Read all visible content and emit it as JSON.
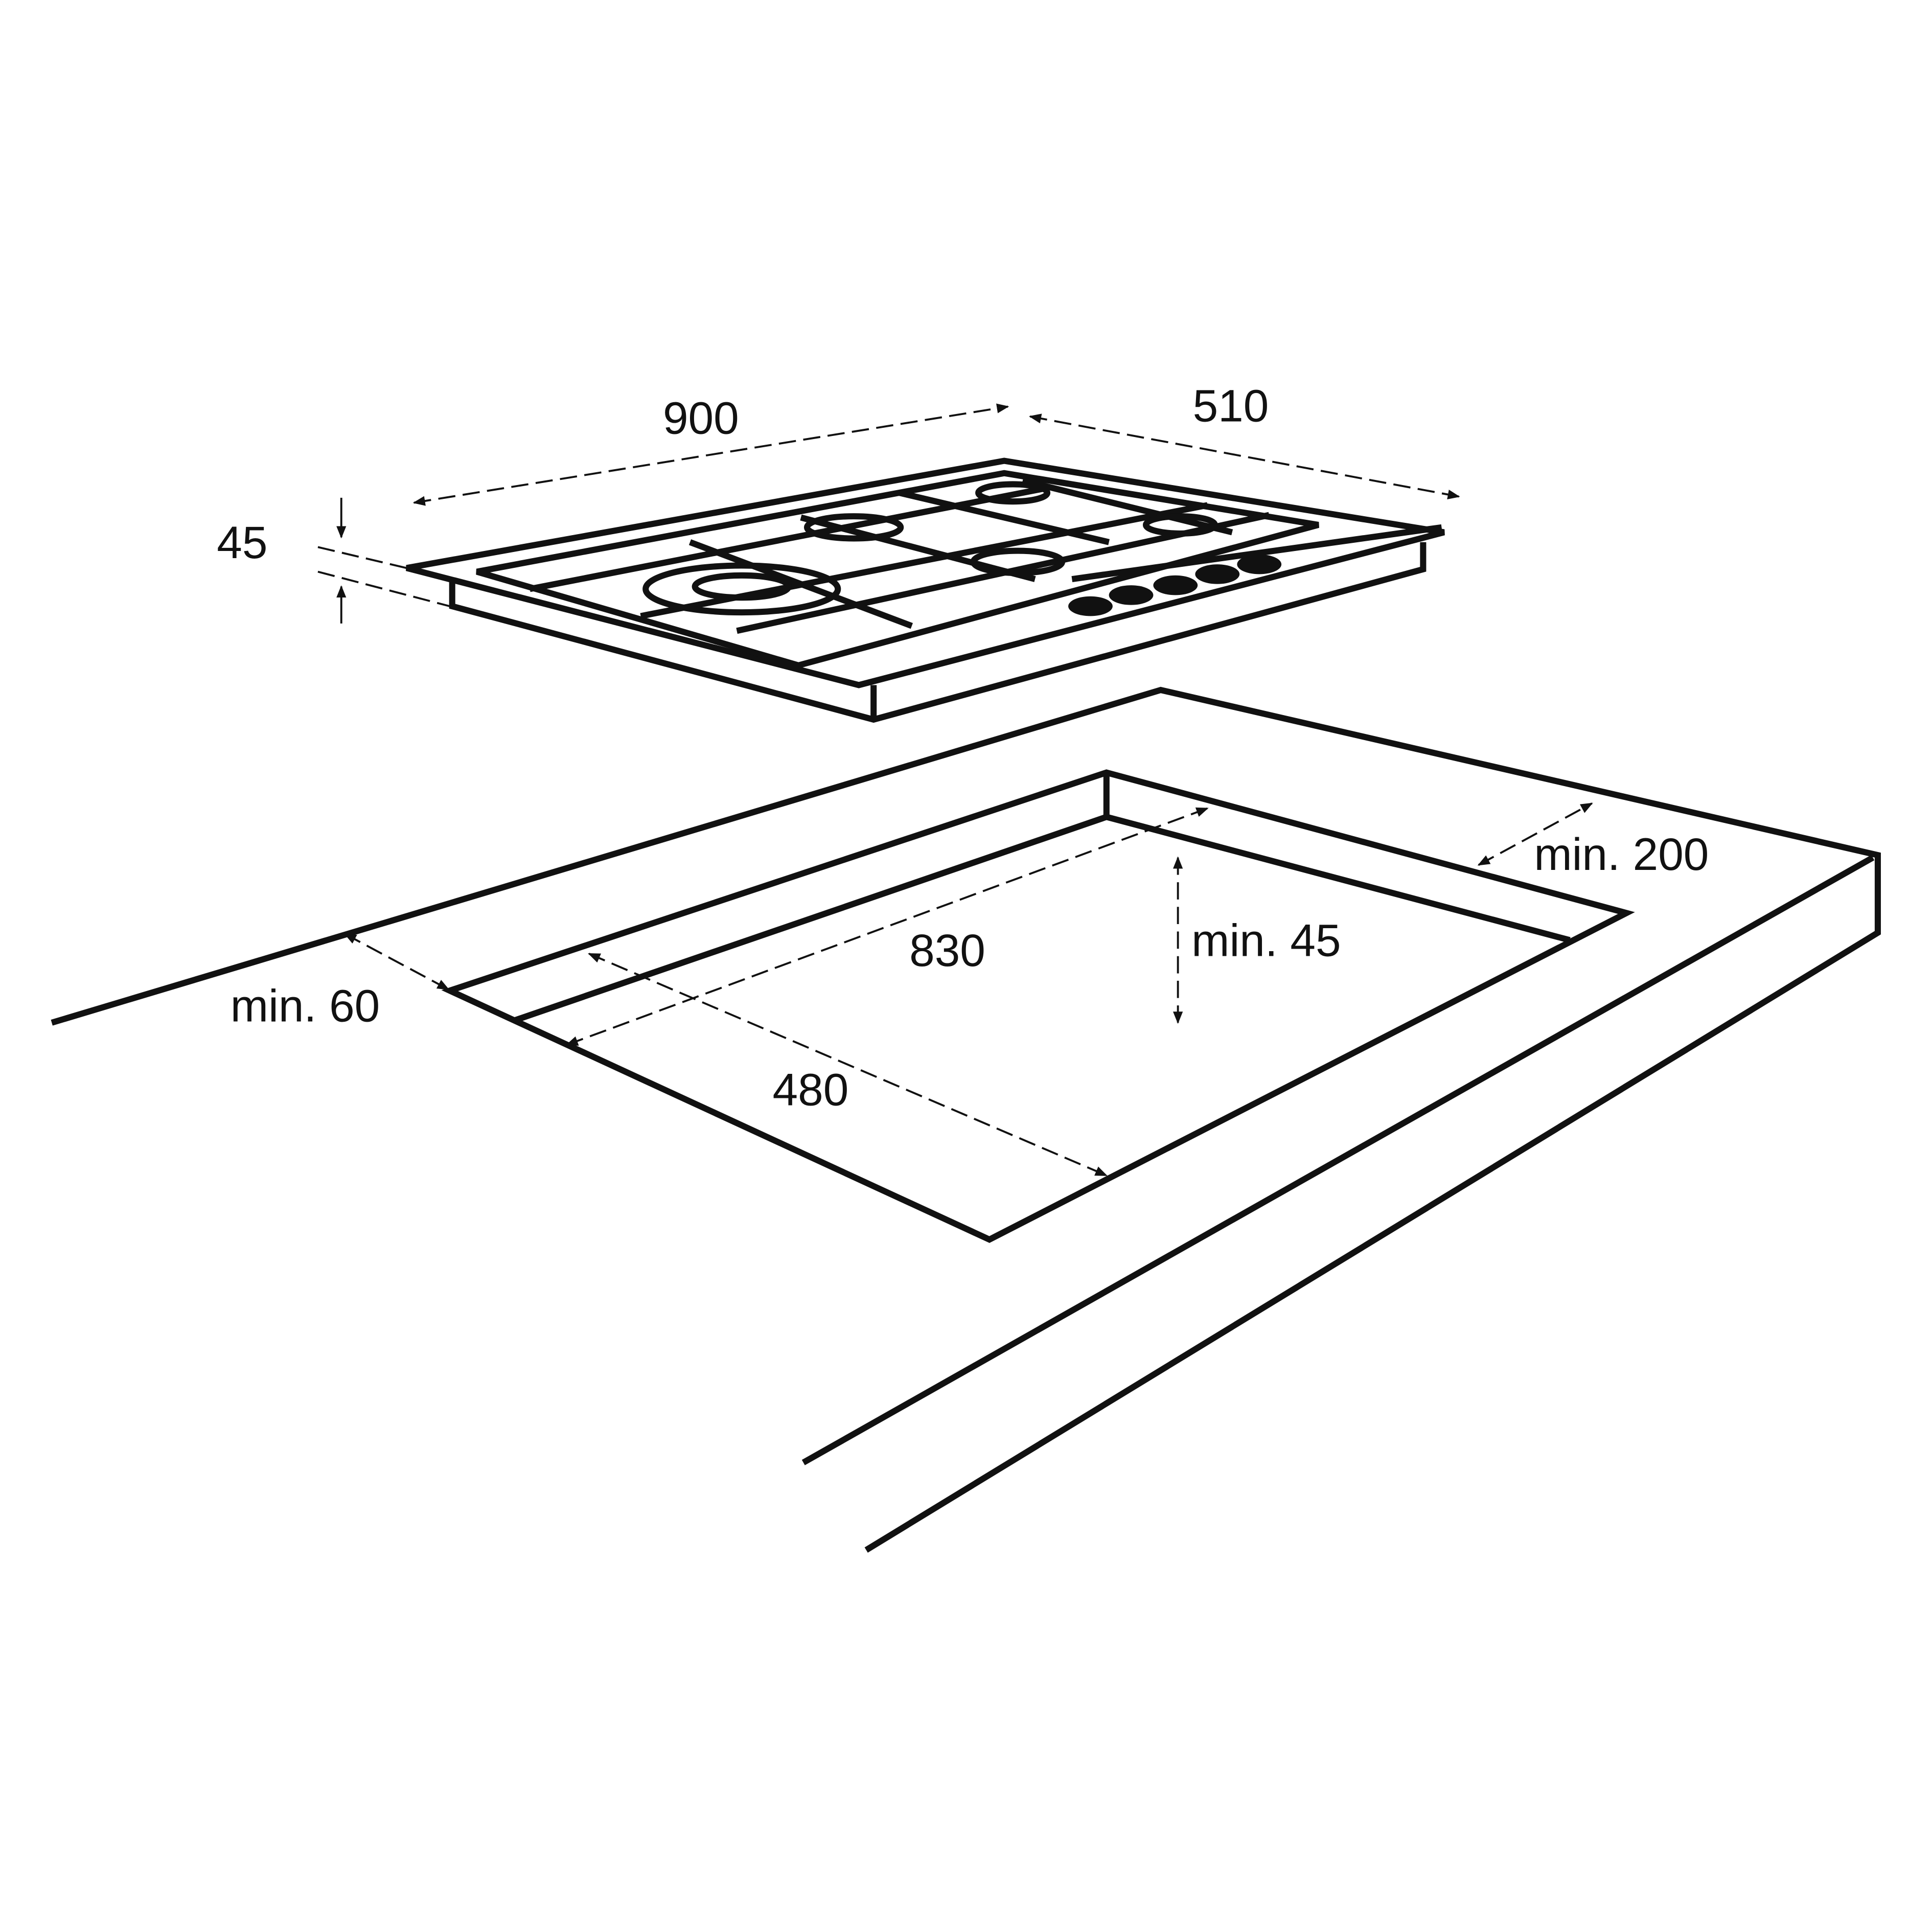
{
  "diagram": {
    "labels": {
      "width": "900",
      "depth": "510",
      "height": "45",
      "clearance_back": "min. 200",
      "cutout_depth_below": "min. 45",
      "cutout_width": "830",
      "clearance_front": "min. 60",
      "cutout_depth": "480"
    },
    "line_color": "#111111",
    "background": "#ffffff"
  }
}
